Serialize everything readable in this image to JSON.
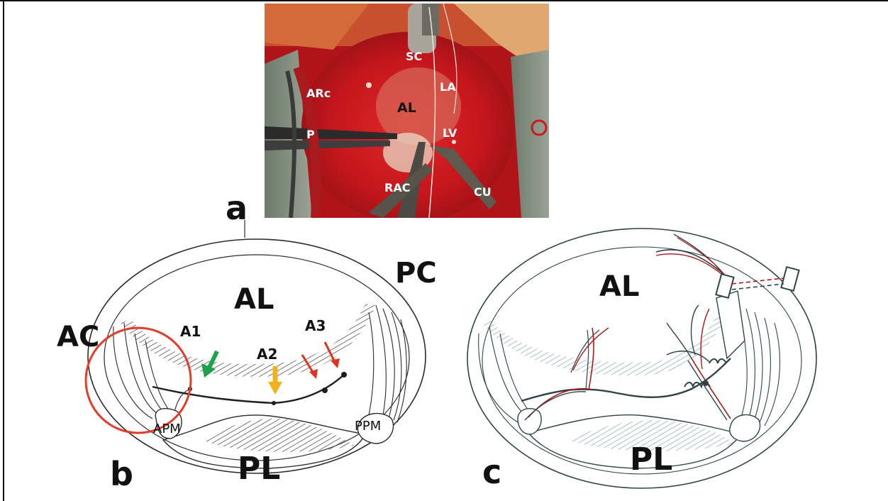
{
  "panels": {
    "a": "a",
    "b": "b",
    "c": "c"
  },
  "photo_labels": {
    "sc": "SC",
    "arc": "ARc",
    "la": "LA",
    "al": "AL",
    "lv": "LV",
    "p": "P",
    "rac": "RAC",
    "cu": "CU"
  },
  "diagram_b": {
    "al": "AL",
    "pl": "PL",
    "ac": "AC",
    "pc": "PC",
    "a1": "A1",
    "a2": "A2",
    "a3": "A3",
    "apm": "APM",
    "ppm": "PPM"
  },
  "diagram_c": {
    "al": "AL",
    "pl": "PL"
  },
  "colors": {
    "photo_tissue": "#c4161c",
    "photo_dark": "#7a0f12",
    "green_arrow": "#1fa34a",
    "yellow_arrow": "#f2b21b",
    "red_arrow": "#e0321e",
    "red_circle": "#e23c2a",
    "pencil": "#2b2b2b",
    "pencil_c": "#2f4448",
    "suture": "#b01818"
  }
}
